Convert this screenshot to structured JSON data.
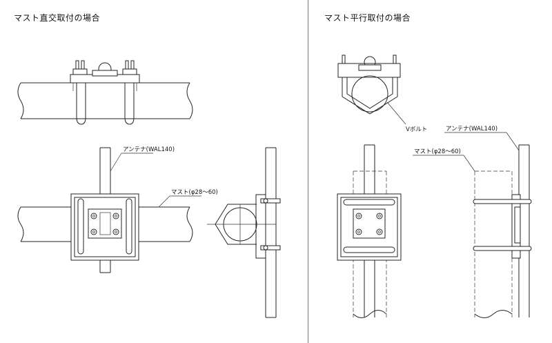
{
  "titles": {
    "left": "マスト直交取付の場合",
    "right": "マスト平行取付の場合"
  },
  "labels": {
    "antenna": "アンテナ(WAL140)",
    "mast": "マスト(φ28～60)",
    "vbolt": "Vボルト",
    "antenna_right": "アンテナ(WAL140)",
    "mast_right": "マスト(φ28～60)"
  }
}
